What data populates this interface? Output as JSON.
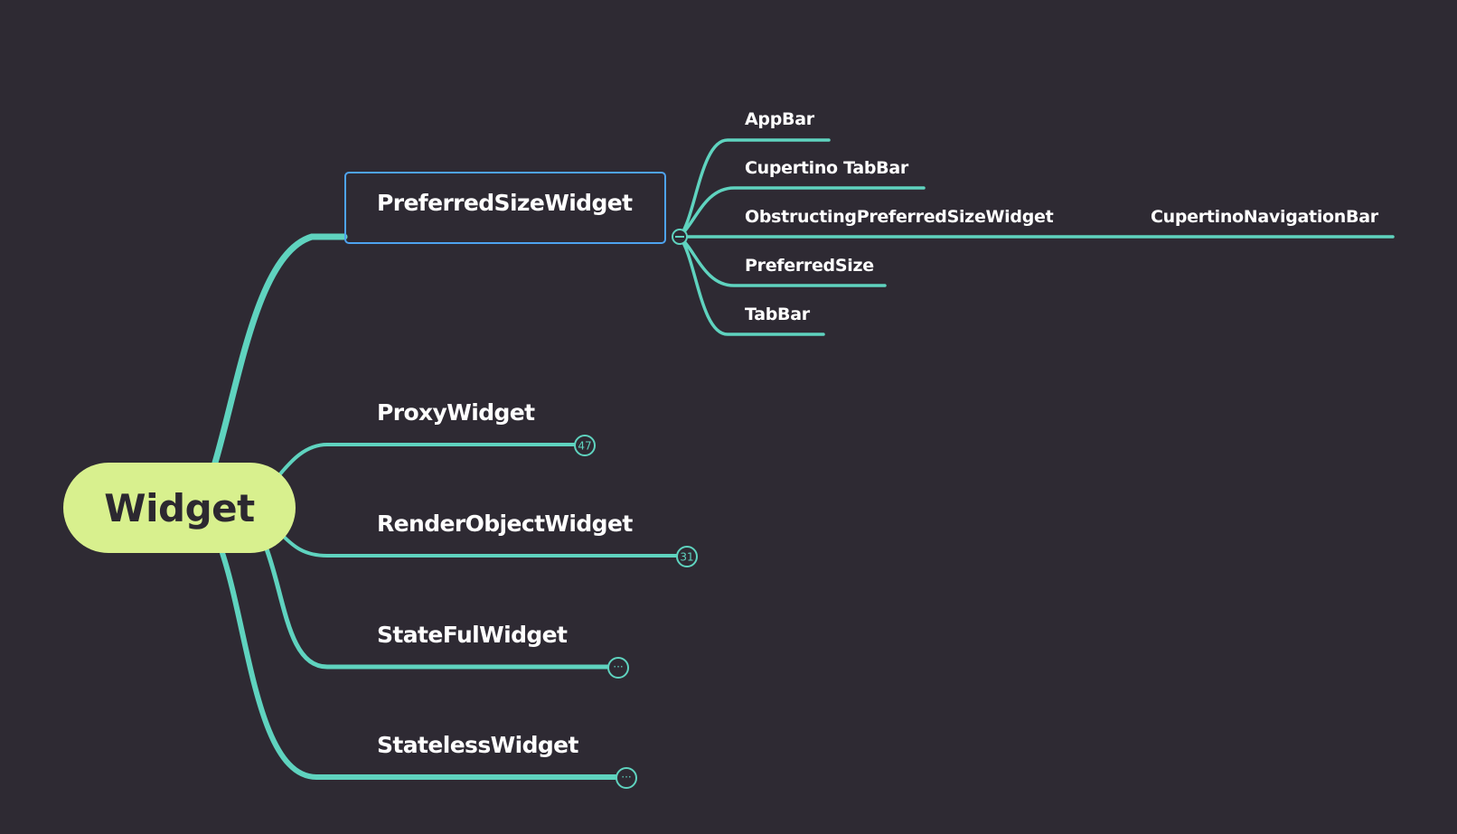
{
  "root": {
    "label": "Widget"
  },
  "branches": [
    {
      "id": "preferred",
      "label": "PreferredSizeWidget",
      "selected": true,
      "collapse_icon": "minus-circle-icon"
    },
    {
      "id": "proxy",
      "label": "ProxyWidget",
      "badge": "47"
    },
    {
      "id": "render",
      "label": "RenderObjectWidget",
      "badge": "31"
    },
    {
      "id": "stateful",
      "label": "StateFulWidget",
      "badge": "···"
    },
    {
      "id": "stateless",
      "label": "StatelessWidget",
      "badge": "···"
    }
  ],
  "preferred_children": [
    {
      "label": "AppBar"
    },
    {
      "label": "Cupertino TabBar"
    },
    {
      "label": "ObstructingPreferredSizeWidget",
      "child": {
        "label": "CupertinoNavigationBar"
      }
    },
    {
      "label": "PreferredSize"
    },
    {
      "label": "TabBar"
    }
  ],
  "colors": {
    "background": "#2e2a33",
    "connector": "#5fd3bf",
    "root_fill": "#d8f08e",
    "root_text": "#2c2830",
    "selection": "#4ea3f0",
    "text": "#ffffff"
  }
}
